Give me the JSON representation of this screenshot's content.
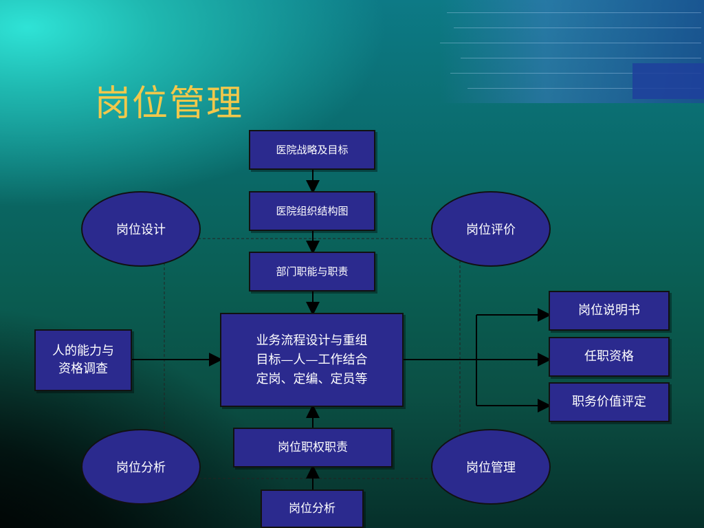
{
  "title": "岗位管理",
  "flow": {
    "strategy": "医院战略及目标",
    "org_chart": "医院组织结构图",
    "dept_duties": "部门职能与职责",
    "center_line1": "业务流程设计与重组",
    "center_line2": "目标—人—工作结合",
    "center_line3": "定岗、定编、定员等",
    "post_rights": "岗位职权职责",
    "post_analysis_box": "岗位分析",
    "person_line1": "人的能力与",
    "person_line2": "资格调查"
  },
  "outputs": {
    "job_description": "岗位说明书",
    "qualification": "任职资格",
    "job_evaluation": "职务价值评定"
  },
  "ovals": {
    "design": "岗位设计",
    "evaluation": "岗位评价",
    "analysis": "岗位分析",
    "management": "岗位管理"
  },
  "colors": {
    "box_fill": "#2b2a8e",
    "title": "#f2c84b"
  }
}
